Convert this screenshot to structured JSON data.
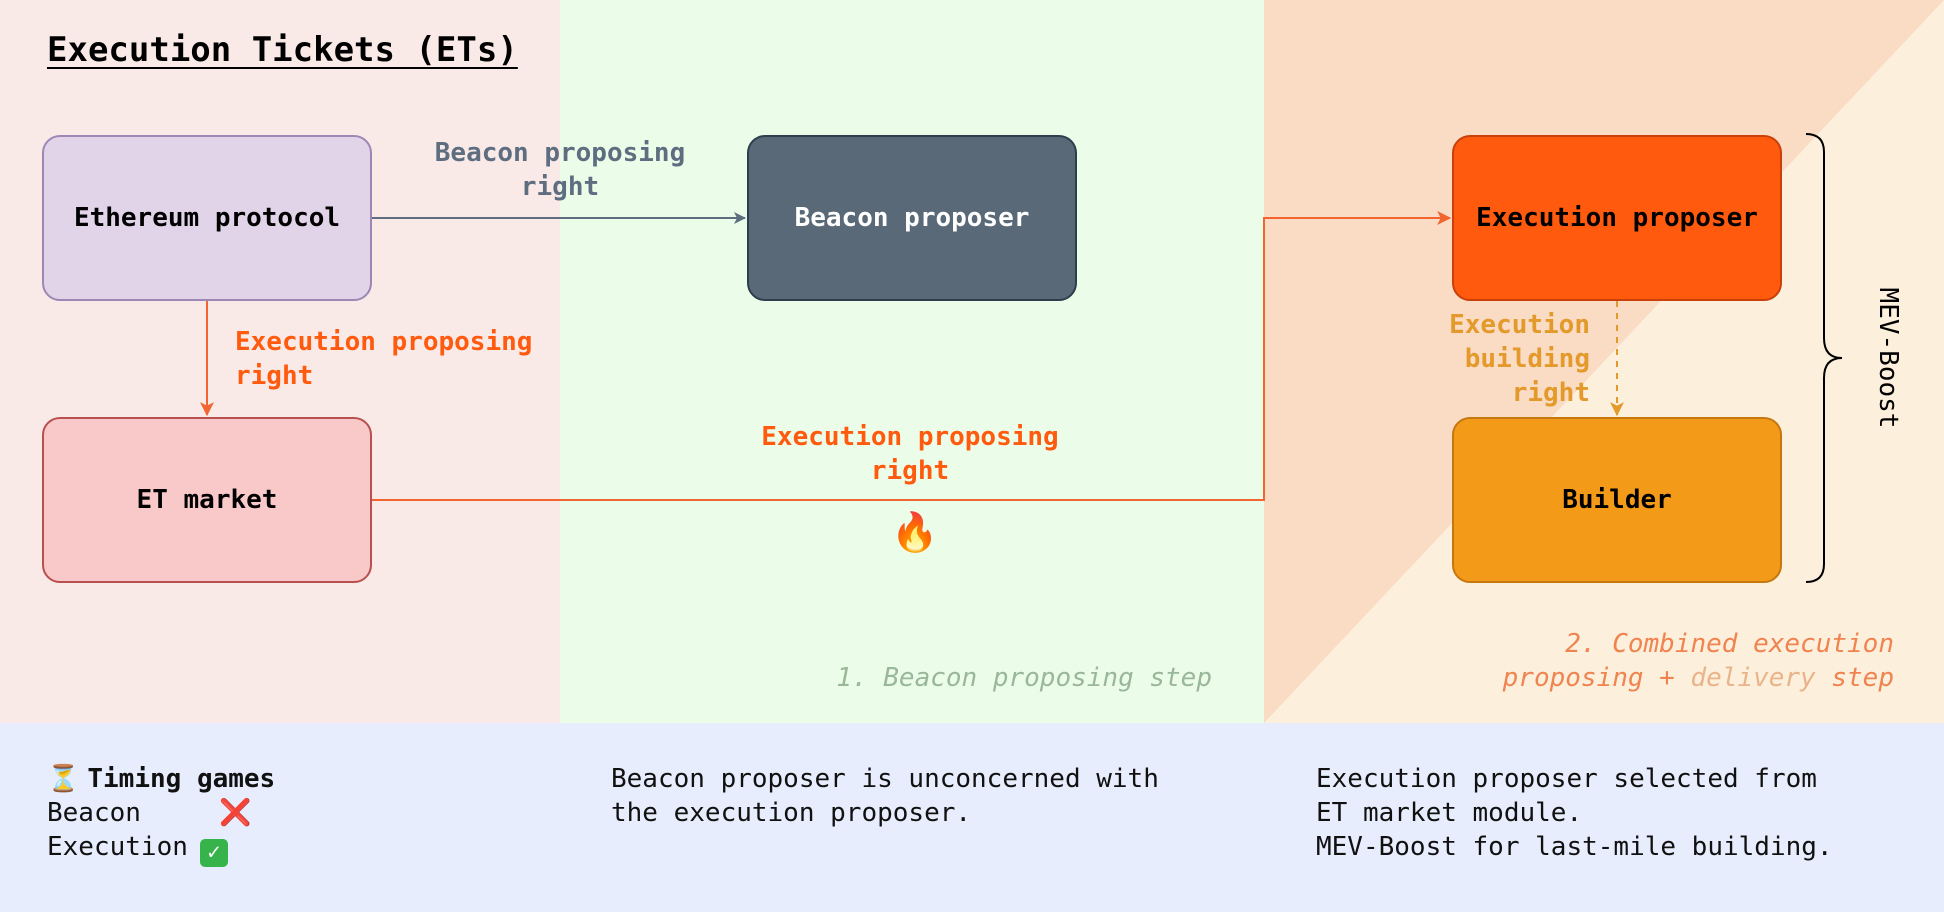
{
  "title": "Execution Tickets (ETs)",
  "colors": {
    "zone_left": "#f9e9e7",
    "zone_middle": "#ebfde9",
    "zone_right": "#fcefdc",
    "zone_right_triangle": "#fadbc4",
    "zone_bottom": "#e7edfc",
    "beacon_arrow": "#5e6e80",
    "execution_arrow": "#f26430",
    "building_arrow": "#e39a2a"
  },
  "nodes": {
    "ethereum_protocol": "Ethereum protocol",
    "beacon_proposer": "Beacon proposer",
    "et_market": "ET market",
    "execution_proposer": "Execution proposer",
    "builder": "Builder"
  },
  "edges": {
    "beacon_right": [
      "Beacon proposing",
      "right"
    ],
    "execution_right_down": [
      "Execution proposing",
      "right"
    ],
    "execution_right_across": [
      "Execution proposing",
      "right"
    ],
    "building_right": [
      "Execution",
      "building",
      "right"
    ]
  },
  "icons": {
    "fire": "🔥",
    "hourglass": "⏳",
    "cross": "❌",
    "check": "✓"
  },
  "mev_boost_label": "MEV-Boost",
  "steps": {
    "step1": "1. Beacon proposing step",
    "step2_line1": "2. Combined execution",
    "step2_line2_a": "proposing + ",
    "step2_line2_b": "delivery",
    "step2_line2_c": " step"
  },
  "notes": {
    "timing_title": "Timing games",
    "timing_beacon": "Beacon     ",
    "timing_execution": "Execution",
    "beacon_text": "Beacon proposer is unconcerned with\nthe execution proposer.",
    "execution_text": "Execution proposer selected from\nET market module.\nMEV-Boost for last-mile building."
  }
}
